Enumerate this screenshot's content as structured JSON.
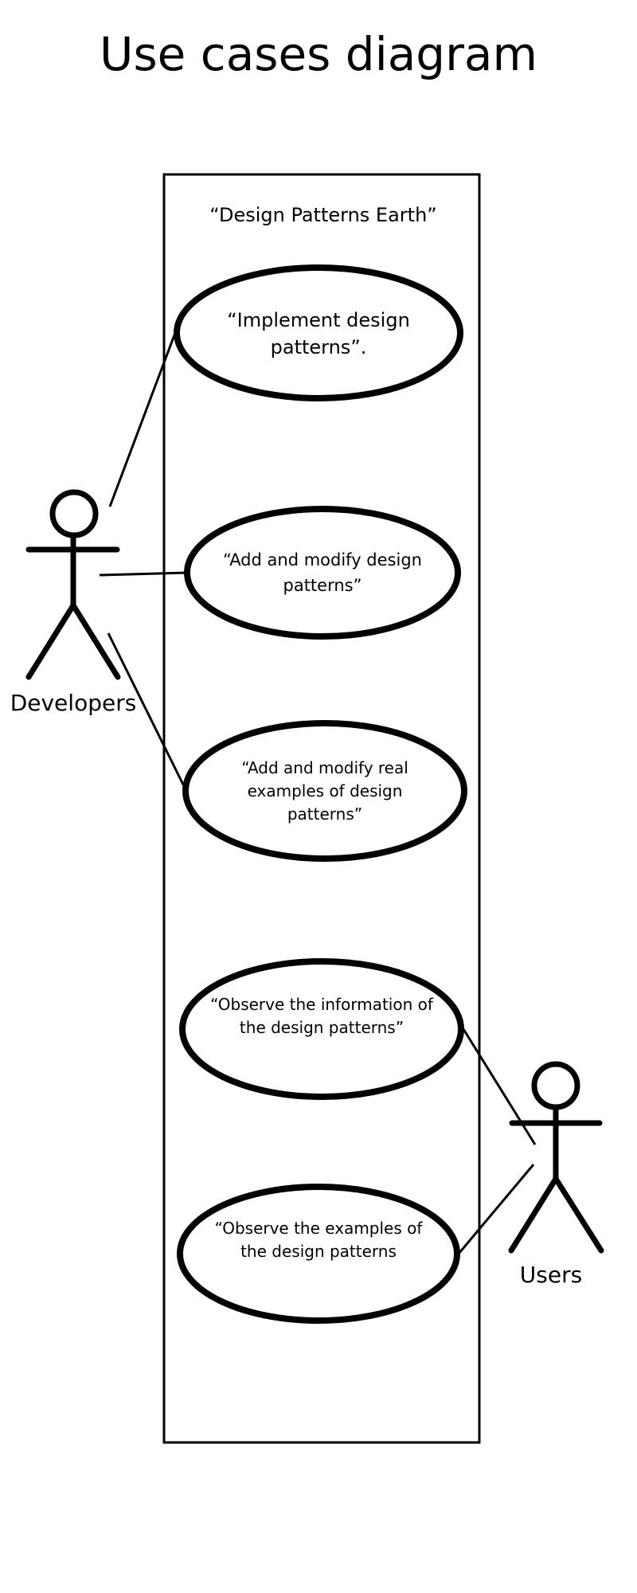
{
  "diagram": {
    "title": "Use cases diagram",
    "system": {
      "label": "“Design Patterns Earth”"
    },
    "use_cases": [
      {
        "line1": "“Implement design",
        "line2": "patterns”.",
        "line3": ""
      },
      {
        "line1": "“Add and modify design",
        "line2": "patterns”",
        "line3": ""
      },
      {
        "line1": "“Add and modify real",
        "line2": "examples of design",
        "line3": "patterns”"
      },
      {
        "line1": "“Observe the information of",
        "line2": "the design patterns”",
        "line3": ""
      },
      {
        "line1": "“Observe the examples of",
        "line2": "the design patterns",
        "line3": ""
      }
    ],
    "actors": {
      "developers": "Developers",
      "users": "Users"
    }
  }
}
